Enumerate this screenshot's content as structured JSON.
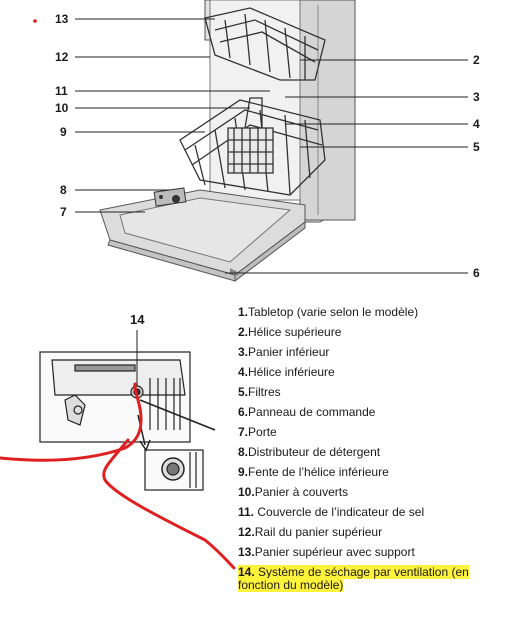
{
  "callouts_top": {
    "n13": "13",
    "n12": "12",
    "n11": "11",
    "n10": "10",
    "n9": "9",
    "n8": "8",
    "n7": "7",
    "n2": "2",
    "n3": "3",
    "n4": "4",
    "n5": "5",
    "n6": "6"
  },
  "detail_label": "14",
  "legend": [
    {
      "num": "1.",
      "text": "Tabletop (varie selon le modèle)"
    },
    {
      "num": "2.",
      "text": "Hélice supérieure"
    },
    {
      "num": "3.",
      "text": "Panier inférieur"
    },
    {
      "num": "4.",
      "text": "Hélice inférieure"
    },
    {
      "num": "5.",
      "text": "Filtres"
    },
    {
      "num": "6.",
      "text": "Panneau de commande"
    },
    {
      "num": "7.",
      "text": "Porte"
    },
    {
      "num": "8.",
      "text": "Distributeur de détergent"
    },
    {
      "num": "9.",
      "text": "Fente de l’hélice inférieure"
    },
    {
      "num": "10.",
      "text": "Panier à couverts"
    },
    {
      "num": "11.",
      "text": " Couvercle de l’indicateur de sel"
    },
    {
      "num": "12.",
      "text": "Rail du panier supérieur"
    },
    {
      "num": "13.",
      "text": "Panier supérieur avec support"
    },
    {
      "num": "14.",
      "text": " Système de séchage par ventilation (en fonction du modèle)"
    }
  ],
  "colors": {
    "annotation": "#e02020",
    "highlight": "#fff23a"
  }
}
